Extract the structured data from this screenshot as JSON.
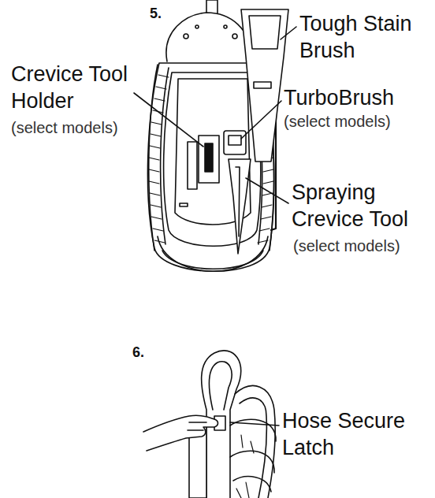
{
  "diagram": {
    "labels": [
      "5.",
      "Tough Stain Brush",
      "Crevice Tool Holder",
      "(select models)",
      "TurboBrush",
      "(select models)",
      "Spraying Crevice Tool",
      "(select models)",
      "6.",
      "Hose Secure Latch"
    ]
  }
}
